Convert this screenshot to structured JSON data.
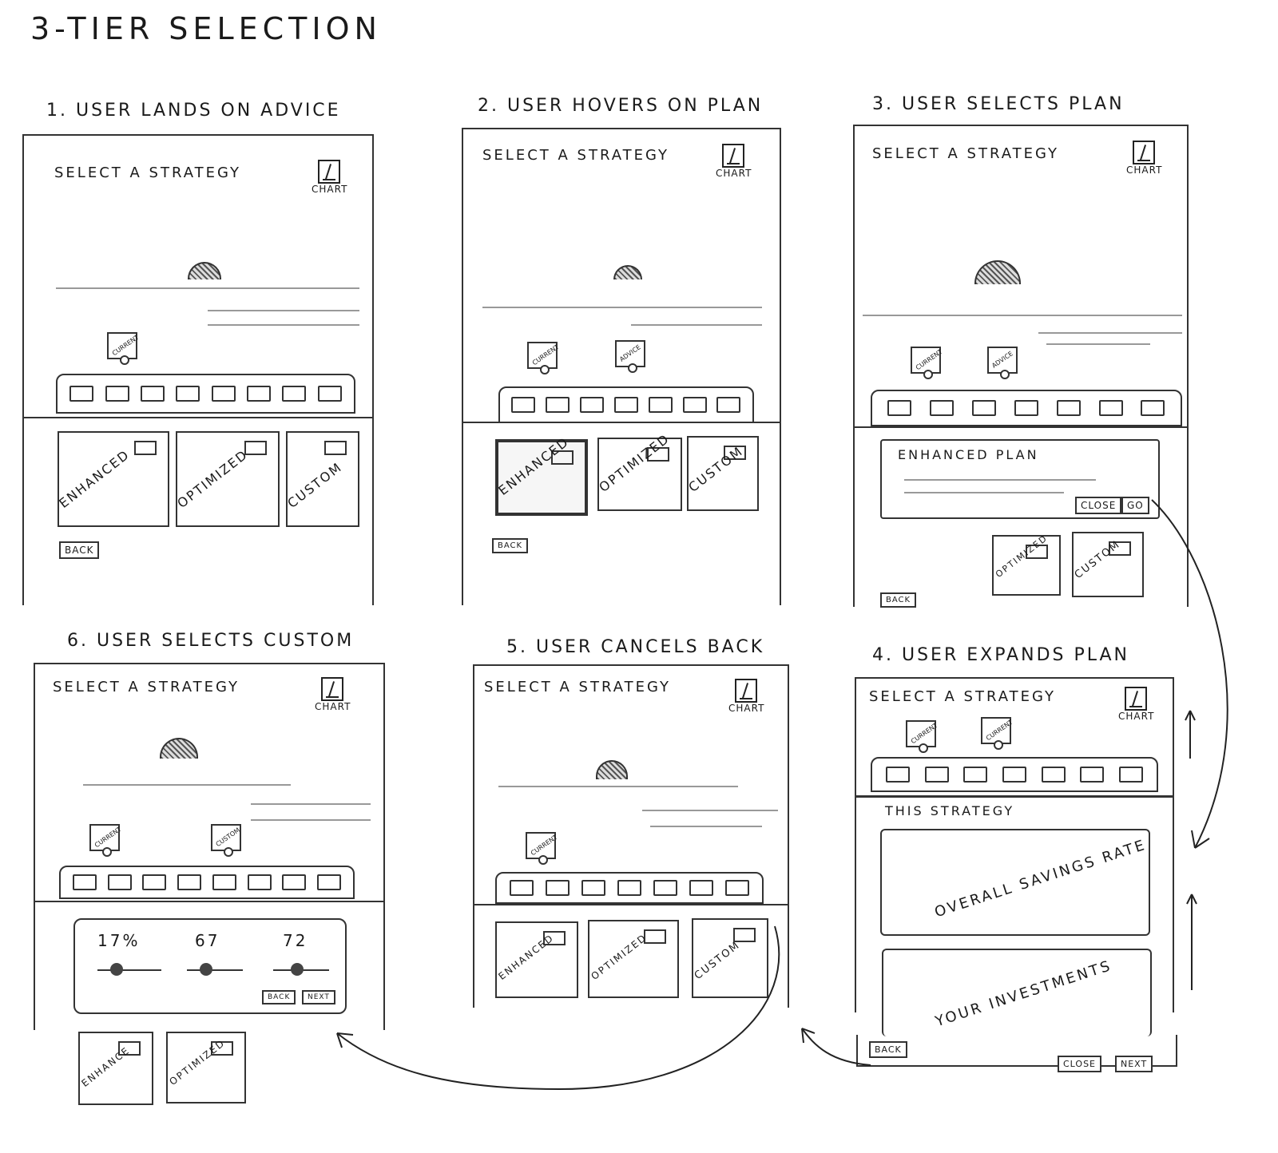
{
  "title": "3-TIER SELECTION",
  "common": {
    "heading": "SELECT A STRATEGY",
    "chart_label": "CHART",
    "back": "BACK"
  },
  "steps": [
    {
      "label": "1. USER LANDS ON ADVICE"
    },
    {
      "label": "2. USER HOVERS ON PLAN"
    },
    {
      "label": "3. USER SELECTS PLAN"
    },
    {
      "label": "4. USER EXPANDS PLAN"
    },
    {
      "label": "5. USER CANCELS BACK"
    },
    {
      "label": "6. USER SELECTS CUSTOM"
    }
  ],
  "markers": {
    "current": "CURRENT",
    "advice": "ADVICE",
    "custom": "CUSTOM"
  },
  "plans": {
    "enhanced": "ENHANCED",
    "optimized": "OPTIMIZED",
    "custom": "CUSTOM"
  },
  "enhanced_plan": {
    "title": "ENHANCED PLAN",
    "close": "CLOSE",
    "go": "GO"
  },
  "expanded": {
    "section": "THIS STRATEGY",
    "rate": "OVERALL SAVINGS RATE",
    "investments": "YOUR INVESTMENTS",
    "close": "CLOSE",
    "next": "NEXT"
  },
  "custom_panel": {
    "v1": "17%",
    "v2": "67",
    "v3": "72",
    "back": "BACK",
    "next": "NEXT"
  },
  "card_enhance_short": "ENHANCE"
}
